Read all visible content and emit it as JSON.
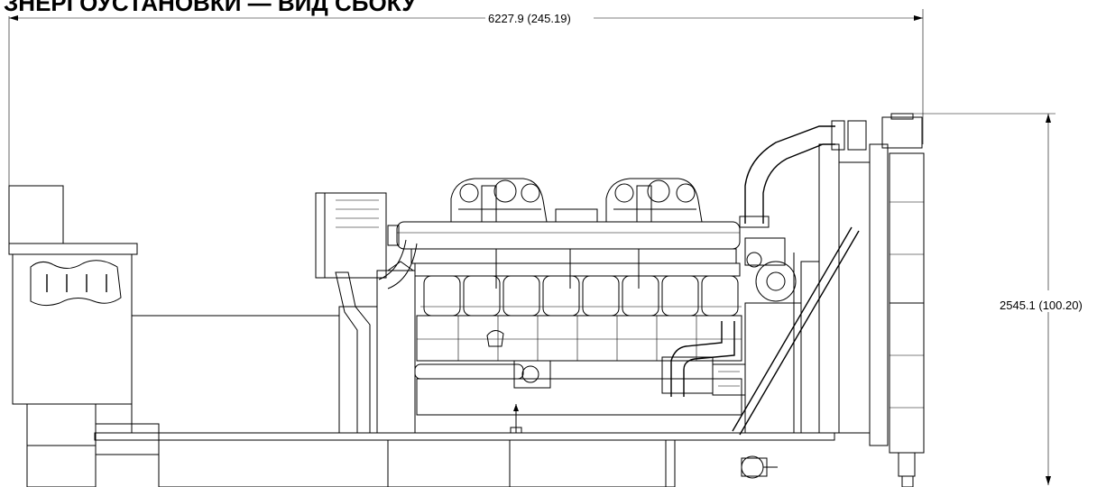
{
  "title": "ЗНЕРГОУСТАНОВКИ — ВИД СБОКУ",
  "dimensions": {
    "overall_length": "6227.9 (245.19)",
    "overall_height": "2545.1 (100.20)"
  }
}
